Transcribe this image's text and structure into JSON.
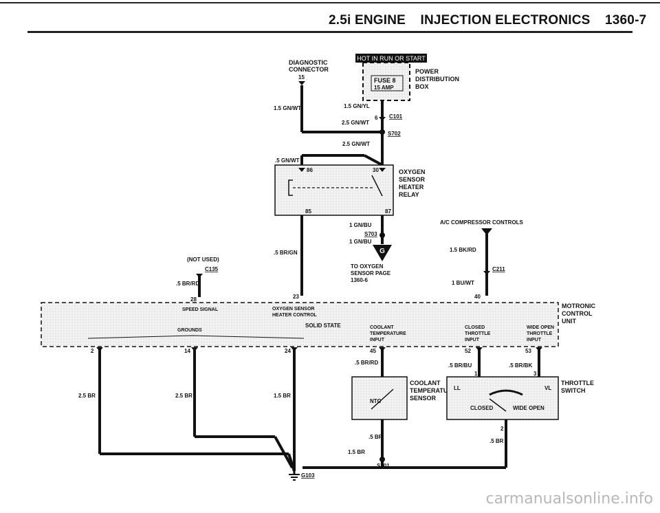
{
  "header": {
    "engine": "2.5i ENGINE",
    "section": "INJECTION ELECTRONICS",
    "page": "1360-7"
  },
  "diagram": {
    "hot_banner": "HOT IN RUN OR START",
    "diagnostic_connector": [
      "DIAGNOSTIC",
      "CONNECTOR"
    ],
    "diag_pin": "15",
    "fuse": "FUSE 8",
    "fuse_rating": "15 AMP",
    "power_box": [
      "POWER",
      "DISTRIBUTION",
      "BOX"
    ],
    "wires": {
      "w1": "1.5 GN/WT",
      "w2": "1.5 GN/YL",
      "w3": "2.5 GN/WT",
      "w4": "2.5 GN/WT",
      "w5": ".5 GN/WT",
      "w6": "1 GN/BU",
      "w7": "1 GN/BU",
      "w8": ".5 BR/GN",
      "w9": ".5 BR/RD",
      "w10": "1.5 BK/RD",
      "w11": "1 BU/WT",
      "w12": "2.5 BR",
      "w13": "2.5 BR",
      "w14": "1.5 BR",
      "w15": ".5 BR/RD",
      "w16": ".5 BR/BU",
      "w17": ".5 BR/BK",
      "w18": ".5 BR",
      "w19": "1.5 BR",
      "w20": ".5 BR"
    },
    "connectors": {
      "c101": "C101",
      "c101_pin": "6",
      "s702": "S702",
      "s703": "S703",
      "c135": "C135",
      "c211": "C211",
      "s701": "S701",
      "g103": "G103"
    },
    "relay": {
      "label": [
        "OXYGEN",
        "SENSOR",
        "HEATER",
        "RELAY"
      ],
      "pin86": "86",
      "pin30": "30",
      "pin85": "85",
      "pin87": "87"
    },
    "oxygen_ref": {
      "badge": "G",
      "text": [
        "TO OXYGEN",
        "SENSOR PAGE",
        "1360-6"
      ]
    },
    "ac_controls": "A/C COMPRESSOR CONTROLS",
    "not_used": "(NOT USED)",
    "ecu": {
      "label": [
        "MOTRONIC",
        "CONTROL",
        "UNIT"
      ],
      "speed_signal": "SPEED SIGNAL",
      "o2_heater": [
        "OXYGEN SENSOR",
        "HEATER CONTROL"
      ],
      "solid_state": "SOLID STATE",
      "grounds": "GROUNDS",
      "coolant_input": [
        "COOLANT",
        "TEMPERATURE",
        "INPUT"
      ],
      "closed_input": [
        "CLOSED",
        "THROTTLE",
        "INPUT"
      ],
      "wide_input": [
        "WIDE OPEN",
        "THROTTLE",
        "INPUT"
      ],
      "pins": {
        "p28": "28",
        "p23": "23",
        "p40": "40",
        "p2": "2",
        "p14": "14",
        "p24": "24",
        "p45": "45",
        "p52": "52",
        "p53": "53"
      }
    },
    "coolant_sensor": {
      "label": [
        "COOLANT",
        "TEMPERATURE",
        "SENSOR"
      ],
      "ntc": "NTC"
    },
    "throttle_switch": {
      "label": [
        "THROTTLE",
        "SWITCH"
      ],
      "ll": "LL",
      "vl": "VL",
      "closed": "CLOSED",
      "wide": "WIDE OPEN",
      "pin1": "1",
      "pin2": "2",
      "pin3": "3"
    }
  },
  "watermark": "carmanualsonline.info"
}
